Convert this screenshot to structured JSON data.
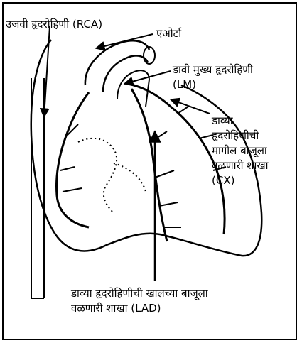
{
  "labels": {
    "rca": "उजवी हृदरोहिणी (RCA)",
    "aorta": "एओर्टा",
    "lm": [
      "डावी मुख्य हृदरोहिणी",
      "(LM)"
    ],
    "cx": [
      "डाव्या",
      "हृदरोहिणीची",
      "मागील बाजूला",
      "वळणारी शाखा",
      "(CX)"
    ],
    "lad": [
      "डाव्या हृदरोहिणीची खालच्या बाजूला",
      "वळणारी शाखा (LAD)"
    ]
  }
}
